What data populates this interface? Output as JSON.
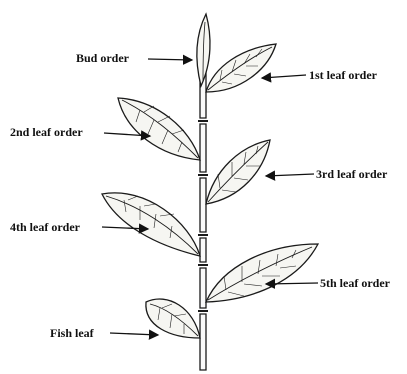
{
  "labels": {
    "bud": "Bud order",
    "leaf1": "1st leaf order",
    "leaf2": "2nd leaf order",
    "leaf3": "3rd leaf order",
    "leaf4": "4th leaf order",
    "leaf5": "5th leaf order",
    "fish": "Fish leaf"
  },
  "colors": {
    "ink": "#1a1a1a",
    "leaf_fill": "#f6f6f2",
    "vein": "#444444"
  }
}
